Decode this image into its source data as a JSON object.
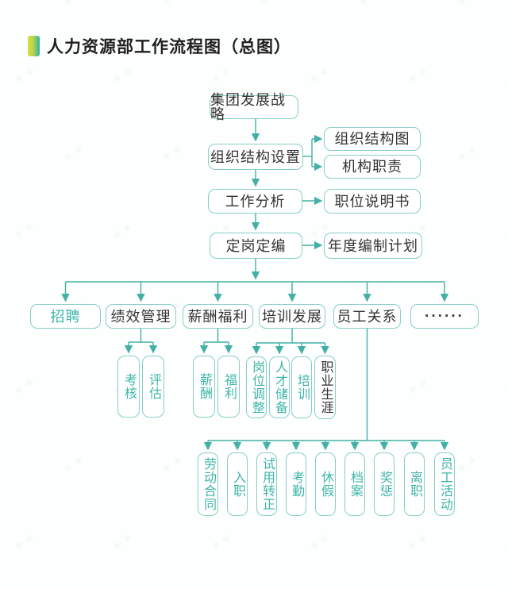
{
  "title": {
    "text": "人力资源部工作流程图（总图）"
  },
  "decor": {
    "watermark_glyph": "◈",
    "accent_teal": "#3db5aa",
    "accent_yellow": "#d9df3b",
    "line_color": "#43b0a6",
    "box_border_color": "#87cec7",
    "text_dark": "#2f2f2f"
  },
  "flow": {
    "chain": [
      {
        "label": "集团发展战略"
      },
      {
        "label": "组织结构设置"
      },
      {
        "label": "工作分析"
      },
      {
        "label": "定岗定编"
      }
    ],
    "side": [
      {
        "label": "组织结构图"
      },
      {
        "label": "机构职责"
      },
      {
        "label": "职位说明书"
      },
      {
        "label": "年度编制计划"
      }
    ],
    "departments": [
      {
        "label": "招聘"
      },
      {
        "label": "绩效管理"
      },
      {
        "label": "薪酬福利"
      },
      {
        "label": "培训发展"
      },
      {
        "label": "员工关系"
      },
      {
        "label": "······"
      }
    ],
    "performance_children": [
      "考核",
      "评估"
    ],
    "compensation_children": [
      "薪酬",
      "福利"
    ],
    "training_children": [
      "岗位调整",
      "人才储备",
      "培训",
      "职业生涯"
    ],
    "employee_children": [
      "劳动合同",
      "入职",
      "试用转正",
      "考勤",
      "休假",
      "档案",
      "奖惩",
      "离职",
      "员工活动"
    ]
  }
}
